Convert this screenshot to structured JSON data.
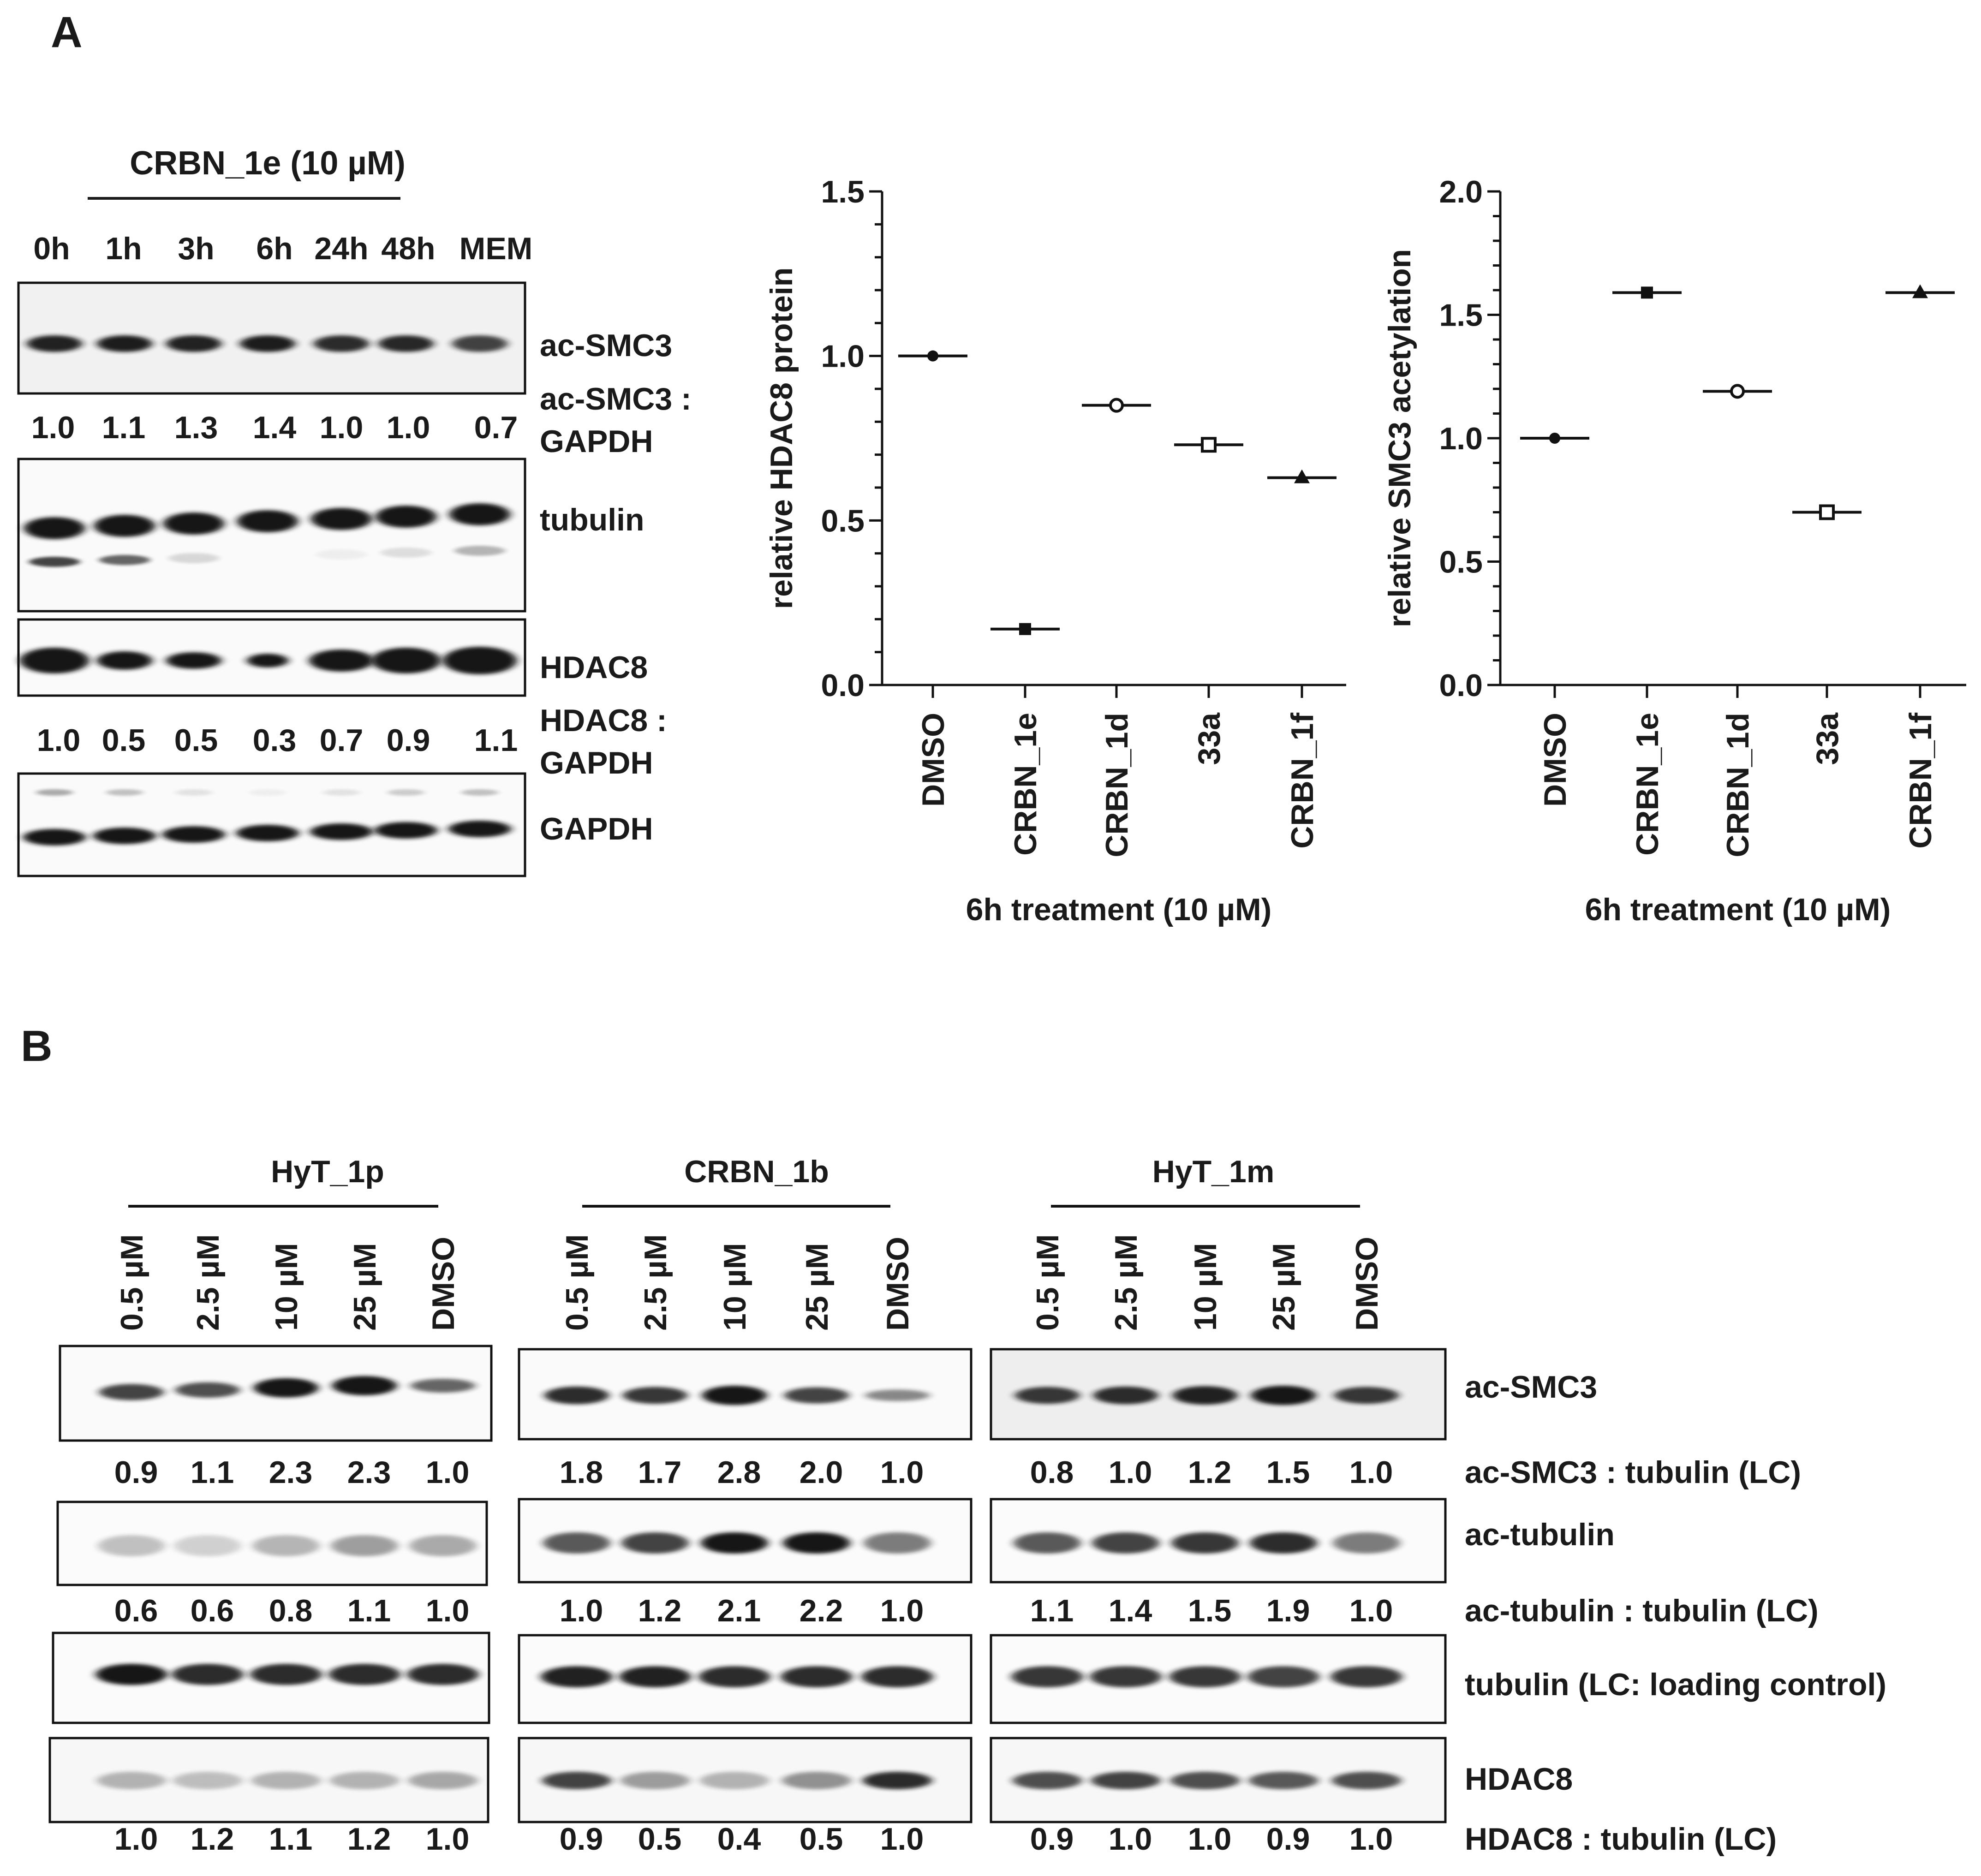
{
  "panel_a": {
    "label": "A",
    "blot": {
      "treatment_header": "CRBN_1e (10 µM)",
      "lanes": [
        "0h",
        "1h",
        "3h",
        "6h",
        "24h",
        "48h",
        "MEM"
      ],
      "ac_smc3_label": "ac-SMC3",
      "ac_smc3_ratio_line1": "ac-SMC3 :",
      "ac_smc3_ratio_line2": "GAPDH",
      "ac_smc3_values": [
        "1.0",
        "1.1",
        "1.3",
        "1.4",
        "1.0",
        "1.0",
        "0.7"
      ],
      "tubulin_label": "tubulin",
      "hdac8_label": "HDAC8",
      "hdac8_ratio_line1": "HDAC8 :",
      "hdac8_ratio_line2": "GAPDH",
      "hdac8_values": [
        "1.0",
        "0.5",
        "0.5",
        "0.3",
        "0.7",
        "0.9",
        "1.1"
      ],
      "gapdh_label": "GAPDH"
    }
  },
  "panel_b": {
    "label": "B",
    "groups": [
      {
        "name": "HyT_1p",
        "lanes": [
          "0.5 µM",
          "2.5 µM",
          "10 µM",
          "25 µM",
          "DMSO"
        ],
        "ac_smc3": [
          "0.9",
          "1.1",
          "2.3",
          "2.3",
          "1.0"
        ],
        "ac_tubulin": [
          "0.6",
          "0.6",
          "0.8",
          "1.1",
          "1.0"
        ],
        "hdac8": [
          "1.0",
          "1.2",
          "1.1",
          "1.2",
          "1.0"
        ]
      },
      {
        "name": "CRBN_1b",
        "lanes": [
          "0.5 µM",
          "2.5 µM",
          "10 µM",
          "25 µM",
          "DMSO"
        ],
        "ac_smc3": [
          "1.8",
          "1.7",
          "2.8",
          "2.0",
          "1.0"
        ],
        "ac_tubulin": [
          "1.0",
          "1.2",
          "2.1",
          "2.2",
          "1.0"
        ],
        "hdac8": [
          "0.9",
          "0.5",
          "0.4",
          "0.5",
          "1.0"
        ]
      },
      {
        "name": "HyT_1m",
        "lanes": [
          "0.5 µM",
          "2.5 µM",
          "10 µM",
          "25 µM",
          "DMSO"
        ],
        "ac_smc3": [
          "0.8",
          "1.0",
          "1.2",
          "1.5",
          "1.0"
        ],
        "ac_tubulin": [
          "1.1",
          "1.4",
          "1.5",
          "1.9",
          "1.0"
        ],
        "hdac8": [
          "0.9",
          "1.0",
          "1.0",
          "0.9",
          "1.0"
        ]
      }
    ],
    "row_labels": {
      "ac_smc3": "ac-SMC3",
      "ac_smc3_ratio": "ac-SMC3 : tubulin (LC)",
      "ac_tubulin": "ac-tubulin",
      "ac_tubulin_ratio": "ac-tubulin : tubulin (LC)",
      "tubulin": "tubulin (LC: loading control)",
      "hdac8": "HDAC8",
      "hdac8_ratio": "HDAC8 : tubulin (LC)"
    }
  },
  "chart_data": [
    {
      "type": "scatter",
      "categories": [
        "DMSO",
        "CRBN_1e",
        "CRBN_1d",
        "33a",
        "CRBN_1f"
      ],
      "values": [
        1.0,
        0.17,
        0.85,
        0.73,
        0.63
      ],
      "markers": [
        "filled-circle",
        "filled-square",
        "open-circle",
        "open-square",
        "filled-triangle"
      ],
      "xlabel": "6h treatment (10 µM)",
      "ylabel": "relative HDAC8 protein",
      "ylim": [
        0,
        1.5
      ],
      "yticks": [
        "0.0",
        "0.5",
        "1.0",
        "1.5"
      ],
      "grid": false
    },
    {
      "type": "scatter",
      "categories": [
        "DMSO",
        "CRBN_1e",
        "CRBN_1d",
        "33a",
        "CRBN_1f"
      ],
      "values": [
        1.0,
        1.59,
        1.19,
        0.7,
        1.59
      ],
      "markers": [
        "filled-circle",
        "filled-square",
        "open-circle",
        "open-square",
        "filled-triangle"
      ],
      "xlabel": "6h treatment (10 µM)",
      "ylabel": "relative SMC3 acetylation",
      "ylim": [
        0,
        2.0
      ],
      "yticks": [
        "0.0",
        "0.5",
        "1.0",
        "1.5",
        "2.0"
      ],
      "grid": false
    }
  ]
}
